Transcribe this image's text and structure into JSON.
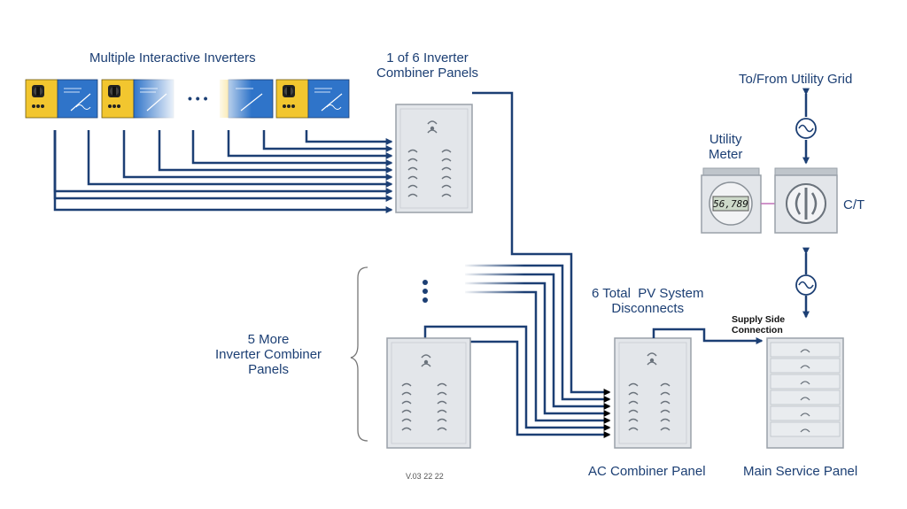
{
  "labels": {
    "inverters": "Multiple Interactive Inverters",
    "combiner_top": "1 of 6 Inverter\nCombiner Panels",
    "utility_grid": "To/From Utility Grid",
    "utility_meter": "Utility\nMeter",
    "ct": "C/T",
    "disconnects": "6 Total  PV System\nDisconnects",
    "supply_side": "Supply Side\nConnection",
    "more_combiners": "5 More\nInverter Combiner\nPanels",
    "ac_combiner": "AC Combiner Panel",
    "main_service": "Main Service Panel",
    "version": "V.03 22 22"
  },
  "meter_reading": "56,789",
  "ellipsis": "• • •",
  "colors": {
    "line": "#1c3f74",
    "text": "#1c3f74",
    "panel_fill": "#e3e6ea",
    "panel_stroke": "#9aa1a9",
    "inverter_yellow": "#f2c62f",
    "inverter_blue": "#2f74c9",
    "ct_line": "#c070b8"
  },
  "icons": {
    "ac_symbol": "ac-sine-icon",
    "breaker": "breaker-icon",
    "disconnect_switch": "disconnect-switch-icon"
  }
}
